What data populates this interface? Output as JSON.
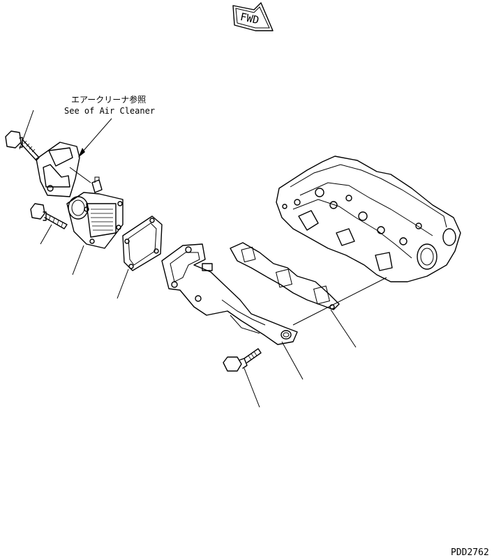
{
  "badge": {
    "text": "FWD"
  },
  "note": {
    "line1": "エアークリーナ参照",
    "line2": "See of Air Cleaner"
  },
  "drawing_code": "PDD2762"
}
